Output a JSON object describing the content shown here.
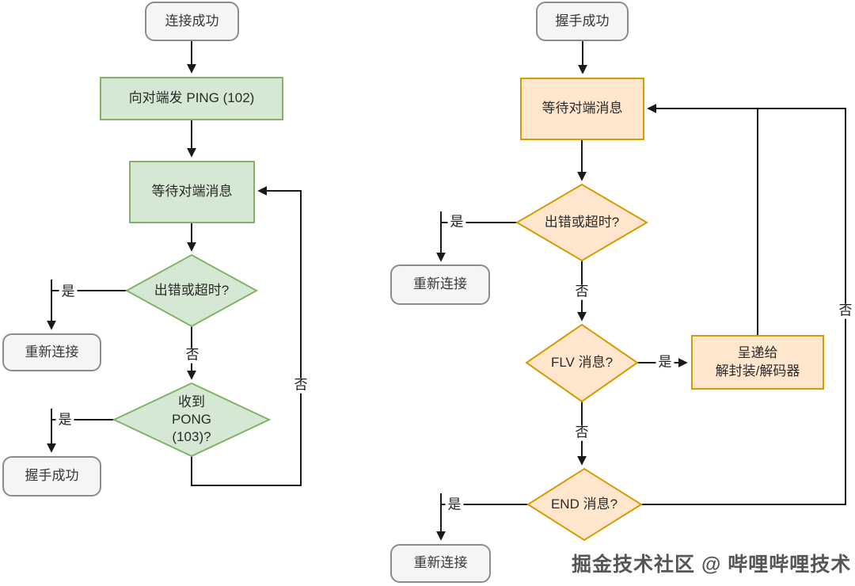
{
  "labels": {
    "yes": "是",
    "no": "否"
  },
  "watermark": "掘金技术社区 @ 哔哩哔哩技术",
  "left": {
    "start": "连接成功",
    "send_ping": "向对端发 PING (102)",
    "wait": "等待对端消息",
    "q_error": "出错或超时?",
    "reconnect": "重新连接",
    "q_pong": "收到\nPONG\n(103)?",
    "handshake": "握手成功"
  },
  "right": {
    "start": "握手成功",
    "wait": "等待对端消息",
    "q_error": "出错或超时?",
    "reconnect_top": "重新连接",
    "q_flv": "FLV 消息?",
    "deliver": "呈递给\n解封装/解码器",
    "q_end": "END 消息?",
    "reconnect_bottom": "重新连接"
  },
  "colors": {
    "green_fill": "#d5e8d4",
    "green_stroke": "#82b366",
    "orange_fill": "#ffe6cc",
    "orange_stroke": "#d79b00",
    "terminal_fill": "#f5f5f5",
    "terminal_stroke": "#8c8c8c",
    "line": "#1a1a1a"
  }
}
